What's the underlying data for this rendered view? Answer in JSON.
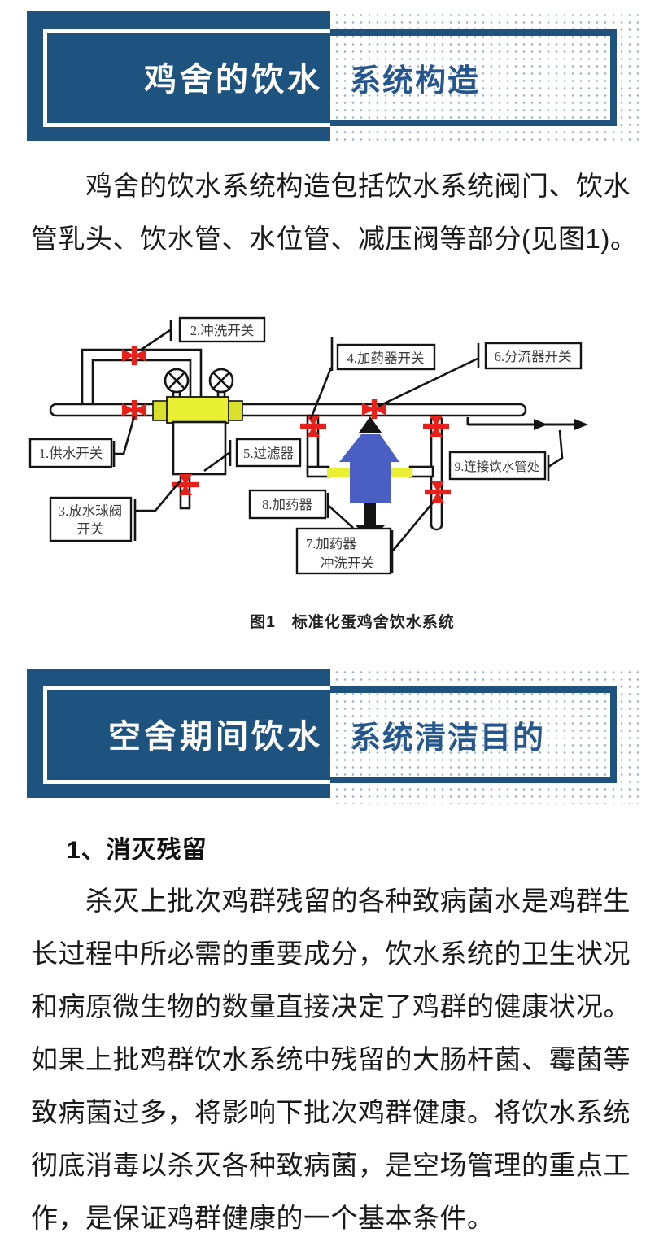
{
  "theme": {
    "banner_blue": "#1e527f",
    "banner_text_blue": "#26568e",
    "valve_red": "#e8201c",
    "filter_yellow": "#e9ef33",
    "medicator_blue": "#4a5ec4"
  },
  "banner1": {
    "left_title": "鸡舍的饮水",
    "right_title": "系统构造"
  },
  "intro": {
    "lines": [
      "　　鸡舍的饮水系统构造包括饮水系统阀门、饮水",
      "管乳头、饮水管、水位管、减压阀等部分(见图1)。"
    ]
  },
  "figure": {
    "caption": "图1　标准化蛋鸡舍饮水系统",
    "labels": {
      "l1": "1.供水开关",
      "l2": "2.冲洗开关",
      "l3a": "3.放水球阀",
      "l3b": "开关",
      "l4": "4.加药器开关",
      "l5": "5.过滤器",
      "l6": "6.分流器开关",
      "l7a": "7.加药器",
      "l7b": "冲洗开关",
      "l8": "8.加药器",
      "l9": "9.连接饮水管处"
    }
  },
  "banner2": {
    "left_title": "空舍期间饮水",
    "right_title": "系统清洁目的"
  },
  "section1": {
    "heading": "1、消灭残留",
    "lines": [
      "　　杀灭上批次鸡群残留的各种致病菌水是鸡群生",
      "长过程中所必需的重要成分，饮水系统的卫生状况",
      "和病原微生物的数量直接决定了鸡群的健康状况。",
      "如果上批鸡群饮水系统中残留的大肠杆菌、霉菌等",
      "致病菌过多，将影响下批次鸡群健康。将饮水系统",
      "彻底消毒以杀灭各种致病菌，是空场管理的重点工",
      "作，是保证鸡群健康的一个基本条件。"
    ]
  }
}
